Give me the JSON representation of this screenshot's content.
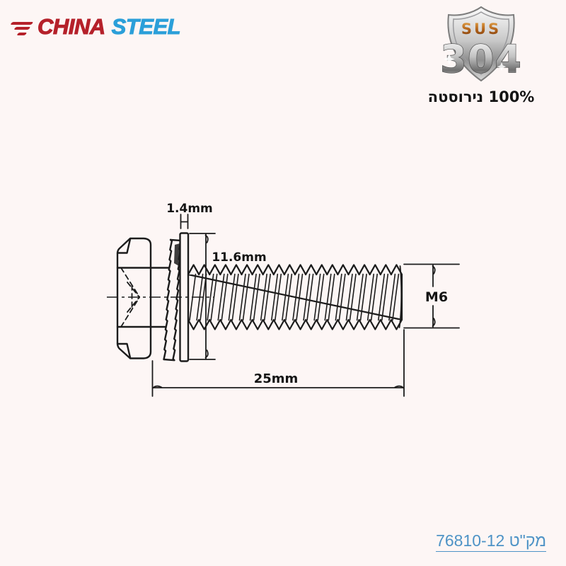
{
  "page": {
    "background": "#fdf6f5"
  },
  "brand": {
    "part1": "CHINA",
    "part2": "STEEL",
    "part1_color": "#b5212a",
    "part2_color": "#2b9fd9"
  },
  "badge": {
    "shield_line1": "SUS",
    "shield_line2": "304",
    "caption": "100% נירוסטה"
  },
  "drawing": {
    "washer_thickness": "1.4mm",
    "washer_diameter": "11.6mm",
    "thread_size": "M6",
    "screw_length": "25mm",
    "line_color": "#1c1c1c"
  },
  "footer": {
    "sku": "מק\"ט 76810-12",
    "sku_color": "#4e93c6"
  }
}
